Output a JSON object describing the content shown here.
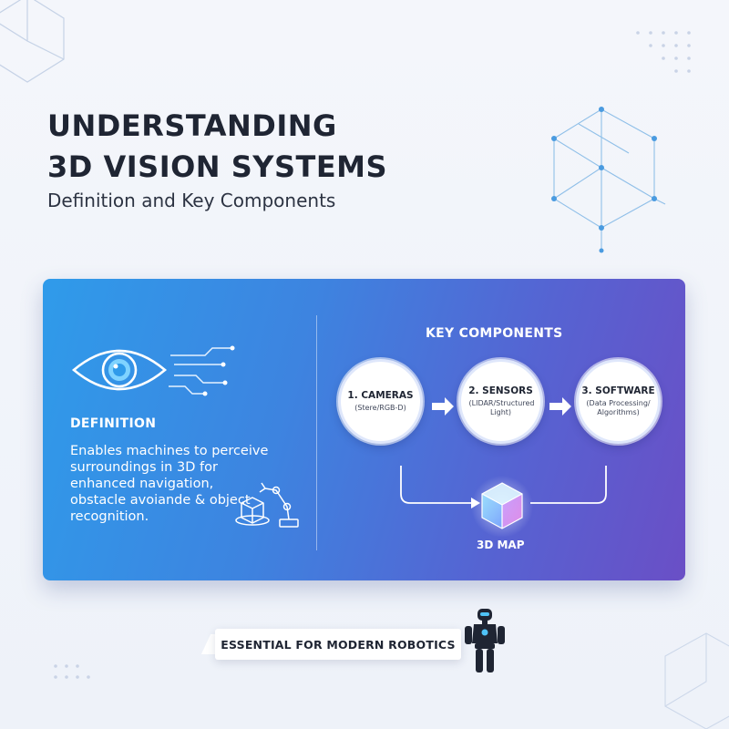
{
  "header": {
    "title_line1": "UNDERSTANDING",
    "title_line2": "3D VISION SYSTEMS",
    "subtitle": "Definition and Key Components"
  },
  "definition": {
    "heading": "DEFINITION",
    "text": "Enables machines to perceive surroundings in 3D for enhanced navigation, obstacle avoiande & object recognition."
  },
  "components": {
    "heading": "KEY COMPONENTS",
    "nodes": [
      {
        "title": "1. CAMERAS",
        "sub": "(Stere/RGB-D)"
      },
      {
        "title": "2. SENSORS",
        "sub": "(LIDAR/Structured Light)"
      },
      {
        "title": "3. SOFTWARE",
        "sub": "(Data Processing/ Algorithms)"
      }
    ],
    "map_label": "3D MAP"
  },
  "banner": {
    "text": "ESSENTIAL FOR MODERN ROBOTICS"
  },
  "colors": {
    "card_start": "#2f9bea",
    "card_end": "#6a4fc6",
    "accent_cyan": "#4fc3f7",
    "text_dark": "#1f2533"
  },
  "icons": [
    "eye-icon",
    "robot-arm-icon",
    "cube-icon",
    "robot-icon",
    "arrow-right-icon"
  ]
}
